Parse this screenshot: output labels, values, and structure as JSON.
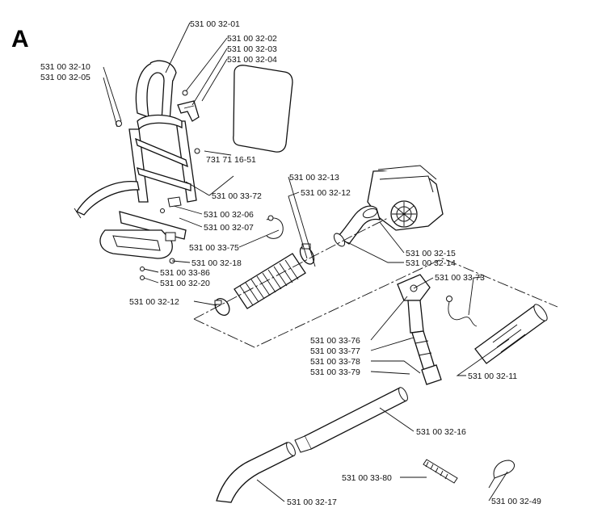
{
  "section_letter": "A",
  "labels": {
    "p1": "531 00 32-01",
    "p2": "531 00 32-02",
    "p3": "531 00 32-03",
    "p4": "531 00 32-04",
    "p10": "531 00 32-10",
    "p5": "531 00 32-05",
    "p51": "731 71 16-51",
    "p13": "531 00 32-13",
    "p12a": "531 00 32-12",
    "p72": "531 00 33-72",
    "p6": "531  00 32-06",
    "p7": "531 00 32-07",
    "p75": "531 00 33-75",
    "p18": "531 00 32-18",
    "p86": "531 00 33-86",
    "p20": "531 00 32-20",
    "p15": "531 00 32-15",
    "p14": "531 00 32-14",
    "p73": "531 00 33-73",
    "p12b": "531 00 32-12",
    "p76": "531 00 33-76",
    "p77": "531 00 33-77",
    "p78": "531 00 33-78",
    "p79": "531 00 33-79",
    "p11": "531 00 32-11",
    "p16": "531 00 32-16",
    "p80": "531 00 33-80",
    "p17": "531 00 32-17",
    "p49": "531 00 32-49"
  }
}
